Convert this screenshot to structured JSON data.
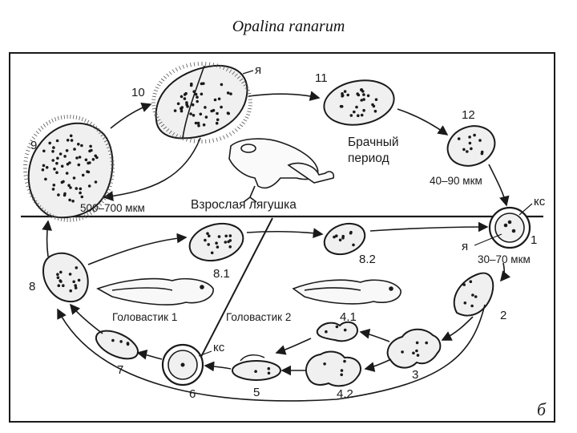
{
  "title": "Opalina ranarum",
  "stage_numbers": {
    "s1": "1",
    "s2": "2",
    "s3": "3",
    "s41": "4.1",
    "s42": "4.2",
    "s5": "5",
    "s6": "6",
    "s7": "7",
    "s8": "8",
    "s81": "8.1",
    "s82": "8.2",
    "s9": "9",
    "s10": "10",
    "s11": "11",
    "s12": "12"
  },
  "labels": {
    "nucleus_top": "я",
    "nucleus_1": "я",
    "cyst_1": "кс",
    "cyst_6": "кс",
    "mating_line1": "Брачный",
    "mating_line2": "период",
    "size_12": "40–90 мкм",
    "size_9": "500–700 мкм",
    "size_1": "30–70 мкм",
    "adult_frog": "Взрослая лягушка",
    "tadpole_1": "Головастик 1",
    "tadpole_2": "Головастик 2",
    "panel_letter": "б"
  },
  "colors": {
    "ink": "#1a1a1a",
    "fill": "#f0f0f0",
    "paper": "#ffffff"
  }
}
